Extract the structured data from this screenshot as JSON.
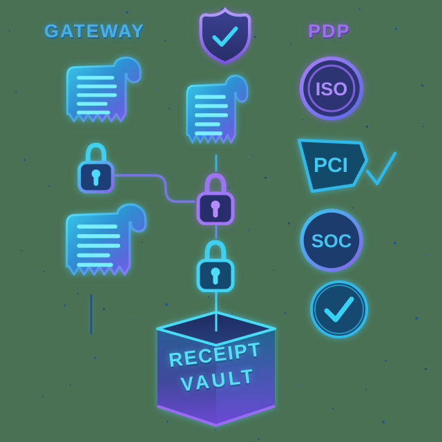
{
  "header": {
    "gateway_label": "GATEWAY",
    "pdp_label": "PDP"
  },
  "badges": {
    "iso": {
      "label": "ISO"
    },
    "pci": {
      "label": "PCI"
    },
    "soc": {
      "label": "SOC"
    }
  },
  "vault": {
    "line1": "RECEIPT",
    "line2": "VAULT"
  },
  "icons": {
    "shield": "shield-check-icon",
    "receipt": "receipt-icon",
    "padlock": "padlock-icon",
    "checkmark": "checkmark-icon",
    "vault": "vault-cube-icon"
  },
  "colors": {
    "background": "#4a7153",
    "cyan": "#41d2f2",
    "blue": "#47b0e8",
    "purple": "#9d6ff2",
    "navy_fill": "#282e6c",
    "teal_fill": "#14486e",
    "speckle_blue": "#1e4fa6"
  }
}
